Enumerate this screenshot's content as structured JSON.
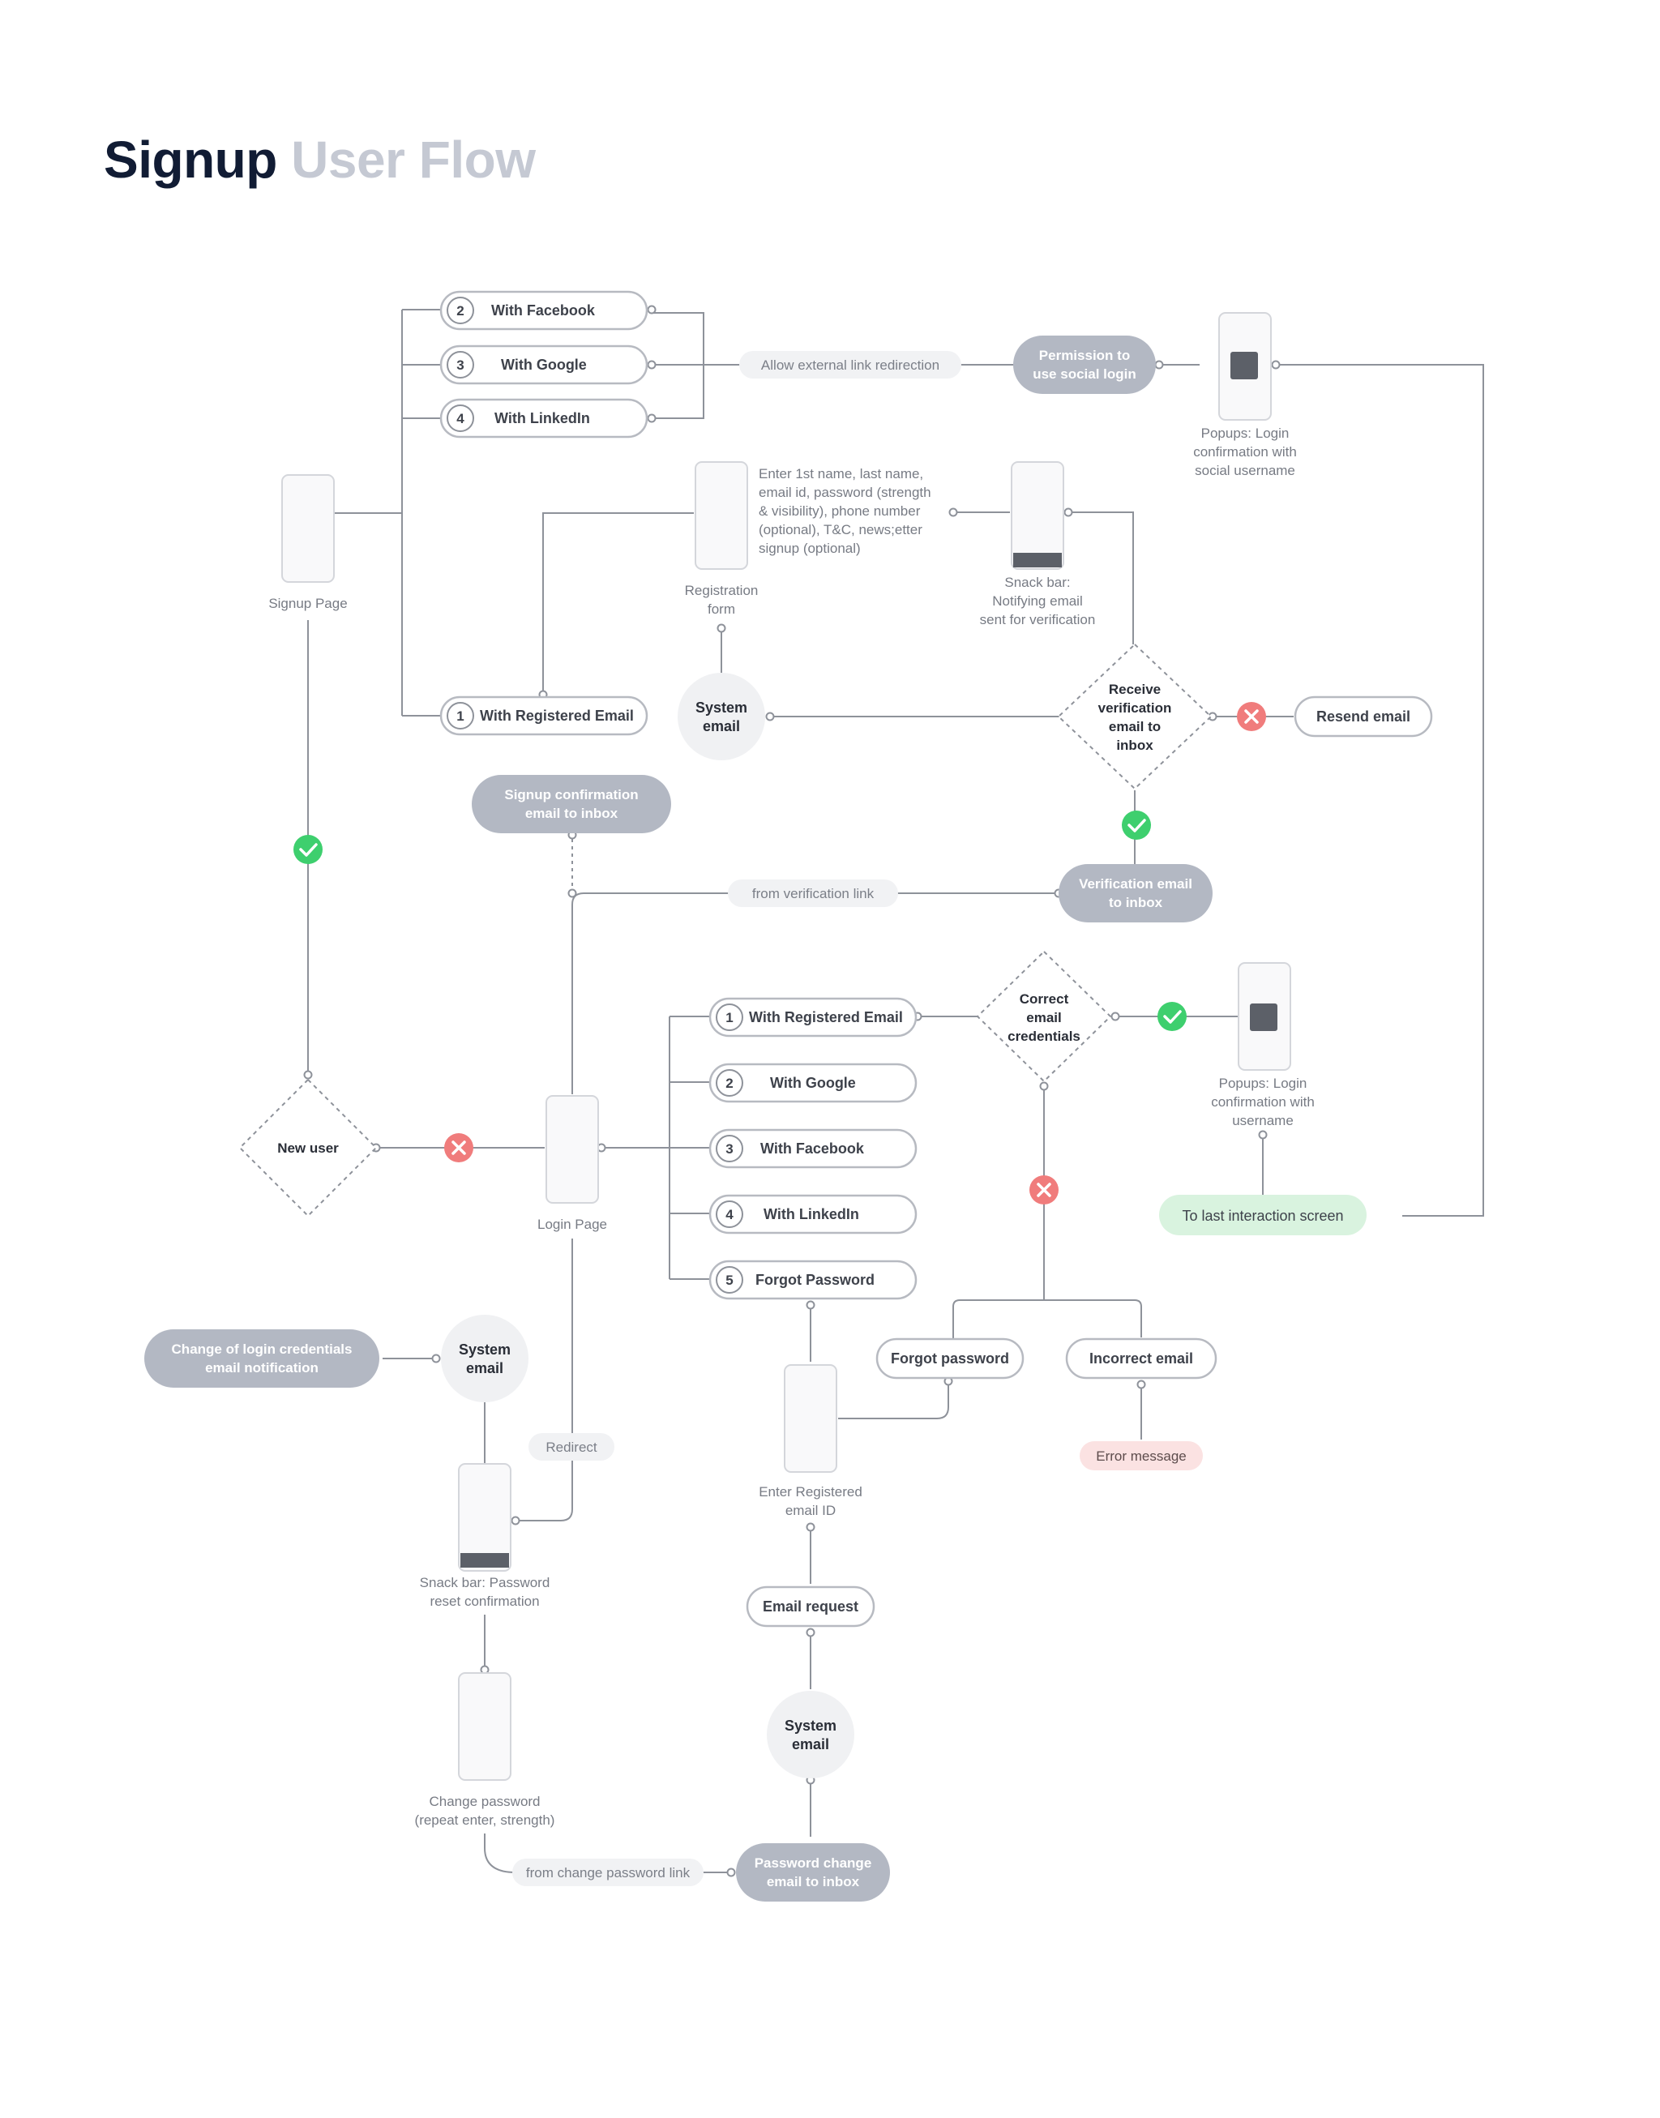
{
  "title": {
    "primary": "Signup",
    "secondary": "User Flow"
  },
  "colors": {
    "ok": "#3ecf6e",
    "error": "#f07c7c",
    "neutral": "#b3b8c3",
    "final": "#d9f3df",
    "alert": "#fbe2e2"
  },
  "signup_options": [
    {
      "num": "2",
      "label": "With Facebook"
    },
    {
      "num": "3",
      "label": "With Google"
    },
    {
      "num": "4",
      "label": "With LinkedIn"
    },
    {
      "num": "1",
      "label": "With Registered Email"
    }
  ],
  "login_options": [
    {
      "num": "1",
      "label": "With Registered Email"
    },
    {
      "num": "2",
      "label": "With Google"
    },
    {
      "num": "3",
      "label": "With Facebook"
    },
    {
      "num": "4",
      "label": "With LinkedIn"
    },
    {
      "num": "5",
      "label": "Forgot Password"
    }
  ],
  "edge_labels": {
    "allow_external": "Allow external link redirection",
    "from_verification": "from verification link",
    "redirect": "Redirect",
    "from_change_password": "from change password link"
  },
  "gray_nodes": {
    "permission_social_1": "Permission to",
    "permission_social_2": "use social login",
    "signup_confirmation_1": "Signup confirmation",
    "signup_confirmation_2": "email to inbox",
    "verification_email_1": "Verification email",
    "verification_email_2": "to inbox",
    "change_credentials_1": "Change of login credentials",
    "change_credentials_2": "email notification",
    "password_change_1": "Password change",
    "password_change_2": "email to inbox"
  },
  "screens": {
    "signup_page": "Signup Page",
    "popup_social_1": "Popups: Login",
    "popup_social_2": "confirmation with",
    "popup_social_3": "social username",
    "registration_1": "Registration",
    "registration_2": "form",
    "registration_desc_1": "Enter 1st name, last name,",
    "registration_desc_2": "email id, password (strength",
    "registration_desc_3": "& visibility), phone number",
    "registration_desc_4": "(optional), T&C, news;etter",
    "registration_desc_5": "signup (optional)",
    "snackbar_verify_1": "Snack bar:",
    "snackbar_verify_2": "Notifying email",
    "snackbar_verify_3": "sent for verification",
    "login_page": "Login Page",
    "popup_login_1": "Popups: Login",
    "popup_login_2": "confirmation with",
    "popup_login_3": "username",
    "enter_email_1": "Enter Registered",
    "enter_email_2": "email ID",
    "snackbar_reset_1": "Snack bar: Password",
    "snackbar_reset_2": "reset confirmation",
    "change_password_1": "Change password",
    "change_password_2": "(repeat enter, strength)"
  },
  "decisions": {
    "receive_1": "Receive",
    "receive_2": "verification",
    "receive_3": "email to",
    "receive_4": "inbox",
    "correct_1": "Correct",
    "correct_2": "email",
    "correct_3": "credentials",
    "new_user": "New user"
  },
  "system_email": {
    "line1": "System",
    "line2": "email"
  },
  "pills": {
    "resend_email": "Resend email",
    "forgot_password": "Forgot password",
    "incorrect_email": "Incorrect email",
    "email_request": "Email request"
  },
  "terminals": {
    "last_screen": "To last interaction screen",
    "error_message": "Error message"
  }
}
